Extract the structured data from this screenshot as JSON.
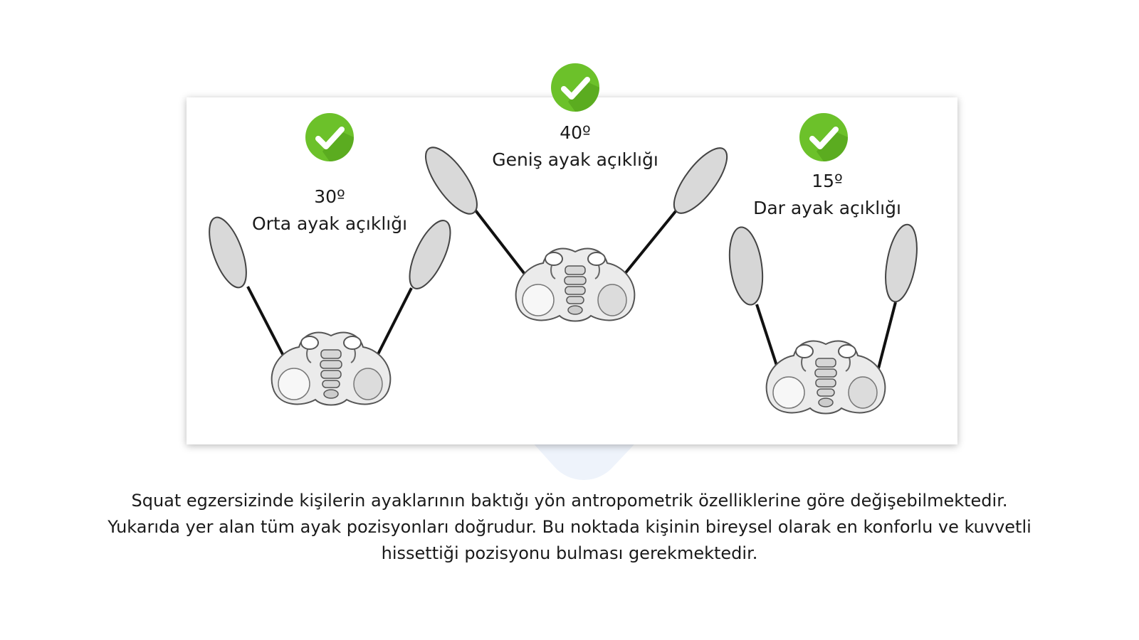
{
  "stances": [
    {
      "angle": "30º",
      "name": "Orta ayak açıklığı"
    },
    {
      "angle": "40º",
      "name": "Geniş ayak açıklığı"
    },
    {
      "angle": "15º",
      "name": "Dar ayak açıklığı"
    }
  ],
  "caption": "Squat egzersizinde kişilerin ayaklarının baktığı yön antropometrik özelliklerine göre değişebilmektedir. Yukarıda yer alan tüm ayak pozisyonları doğrudur. Bu noktada kişinin bireysel olarak en konforlu ve kuvvetli hissettiği pozisyonu bulması gerekmektedir.",
  "colors": {
    "check": "#6cc12a",
    "check_dark": "#4e9a18",
    "foot": "#d9d9d9",
    "leg": "#111111"
  }
}
